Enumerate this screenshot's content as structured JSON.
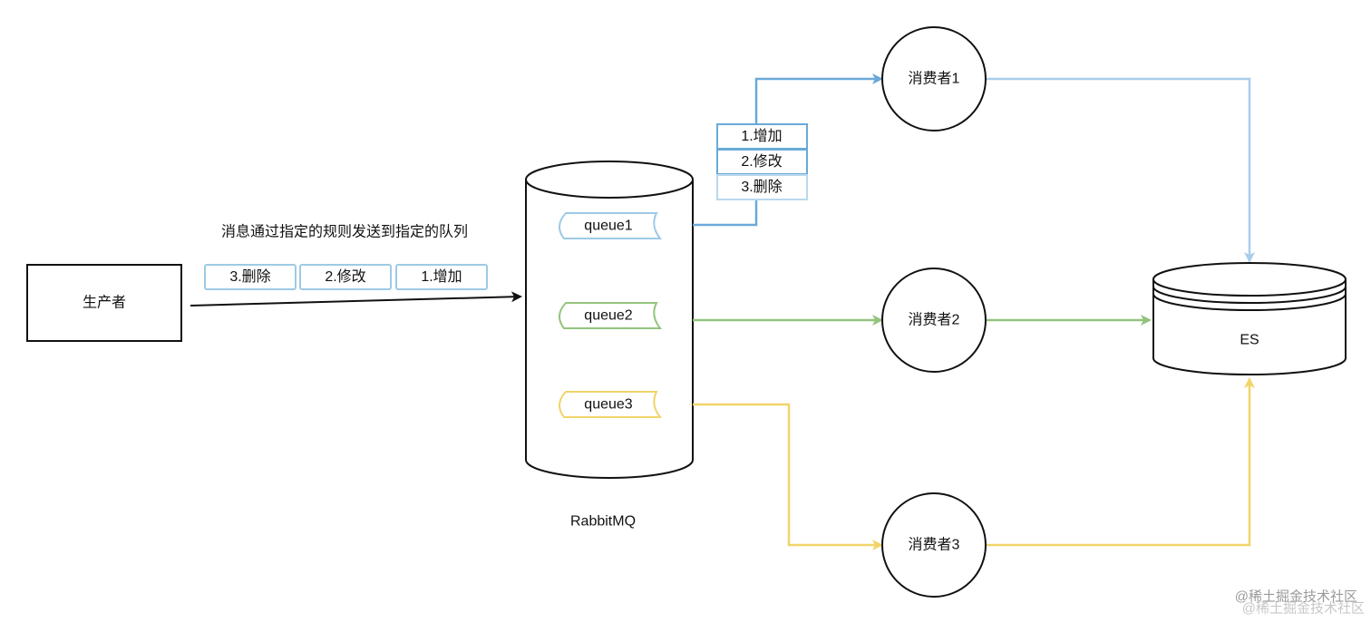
{
  "producer": {
    "label": "生产者"
  },
  "routing_note": "消息通过指定的规则发送到指定的队列",
  "incoming_messages": [
    "3.删除",
    "2.修改",
    "1.增加"
  ],
  "broker": {
    "label": "RabbitMQ",
    "queues": [
      {
        "label": "queue1",
        "color": "#9ecae6"
      },
      {
        "label": "queue2",
        "color": "#93c47d"
      },
      {
        "label": "queue3",
        "color": "#f1d46a"
      }
    ]
  },
  "queue1_messages": [
    "1.增加",
    "2.修改",
    "3.删除"
  ],
  "consumers": [
    {
      "label": "消费者1",
      "color": "#a9cdea"
    },
    {
      "label": "消费者2",
      "color": "#93c47d"
    },
    {
      "label": "消费者3",
      "color": "#f1d46a"
    }
  ],
  "store": {
    "label": "ES"
  },
  "colors": {
    "message_border": "#9ecae6",
    "queue1_path": "#6aa9d8",
    "outline": "#111111"
  },
  "watermark": "@稀土掘金技术社区"
}
